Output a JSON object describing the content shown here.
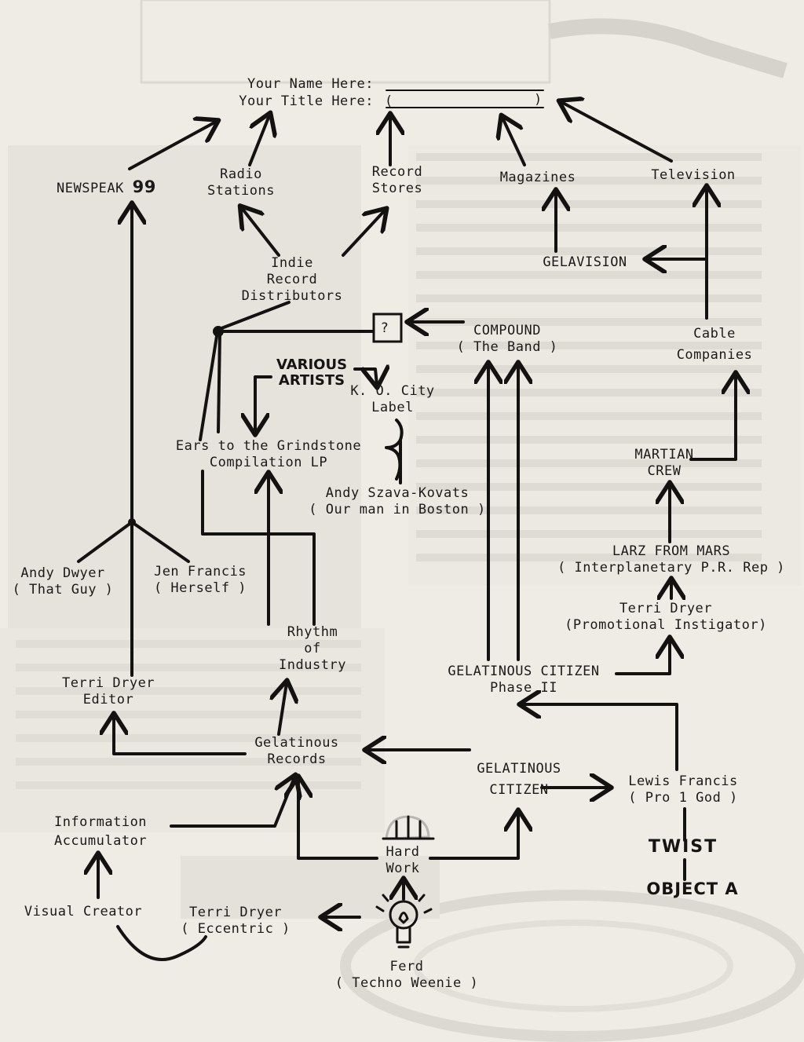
{
  "header": {
    "name_label": "Your Name Here:",
    "title_label": "Your Title Here:",
    "title_open_paren": "(",
    "title_close_paren": ")"
  },
  "nodes": {
    "newspeak": {
      "label": "NEWSPEAK",
      "number": "99"
    },
    "radio": {
      "line1": "Radio",
      "line2": "Stations"
    },
    "record_stores": {
      "line1": "Record",
      "line2": "Stores"
    },
    "magazines": {
      "label": "Magazines"
    },
    "television": {
      "label": "Television"
    },
    "distributors": {
      "line1": "Indie",
      "line2": "Record",
      "line3": "Distributors"
    },
    "gelavision": {
      "label": "GELAVISION"
    },
    "question_box": {
      "label": "?"
    },
    "compound": {
      "line1": "COMPOUND",
      "line2": "( The Band )"
    },
    "cable": {
      "line1": "Cable",
      "line2": "Companies"
    },
    "various_artists": {
      "line1": "VARIOUS",
      "line2": "ARTISTS"
    },
    "ko_city": {
      "line1": "K. O. City",
      "line2": "Label"
    },
    "ears": {
      "line1": "Ears to the Grindstone",
      "line2": "Compilation LP"
    },
    "andy_sk": {
      "line1": "Andy Szava-Kovats",
      "line2": "( Our man in Boston )"
    },
    "martian": {
      "line1": "MARTIAN",
      "line2": "CREW"
    },
    "andy_dwyer": {
      "line1": "Andy Dwyer",
      "line2": "( That Guy )"
    },
    "jen": {
      "line1": "Jen Francis",
      "line2": "( Herself )"
    },
    "larz": {
      "line1": "LARZ FROM MARS",
      "line2": "( Interplanetary P.R. Rep )"
    },
    "terri_promo": {
      "line1": "Terri Dryer",
      "line2": "(Promotional Instigator)"
    },
    "rhythm": {
      "line1": "Rhythm",
      "line2": "of",
      "line3": "Industry"
    },
    "gc2": {
      "line1": "GELATINOUS CITIZEN",
      "line2": "Phase II"
    },
    "terri_editor": {
      "line1": "Terri Dryer",
      "line2": "Editor"
    },
    "gel_records": {
      "line1": "Gelatinous",
      "line2": "Records"
    },
    "gc": {
      "line1": "GELATINOUS",
      "line2": "CITIZEN"
    },
    "lewis": {
      "line1": "Lewis Francis",
      "line2": "( Pro 1 God )"
    },
    "info": {
      "line1": "Information",
      "line2": "Accumulator"
    },
    "hard_work": {
      "line1": "Hard",
      "line2": "Work"
    },
    "twist": {
      "label": "TWIST"
    },
    "object_a": {
      "label": "OBJECT A"
    },
    "visual": {
      "label": "Visual Creator"
    },
    "terri_ecc": {
      "line1": "Terri Dryer",
      "line2": "( Eccentric )"
    },
    "ferd": {
      "line1": "Ferd",
      "line2": "( Techno Weenie )"
    }
  },
  "icons": {
    "hard_hat": "hard-hat-icon",
    "light_bulb": "light-bulb-icon"
  },
  "colors": {
    "paper": "#efece6",
    "ink": "#141210",
    "faded_print": "#d9d6d0"
  }
}
